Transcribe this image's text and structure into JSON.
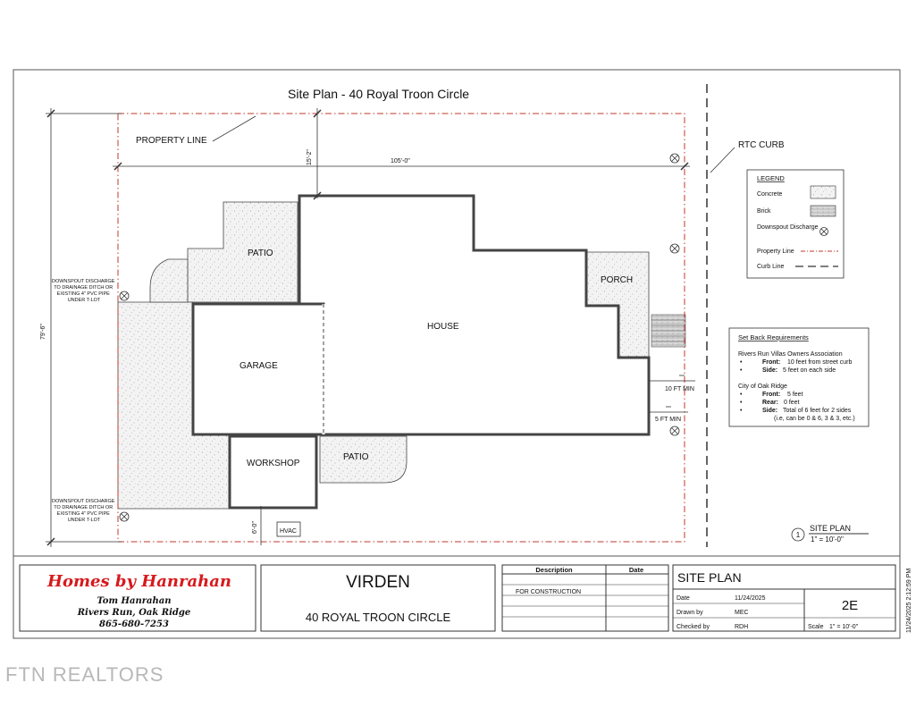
{
  "plan": {
    "title": "Site Plan - 40 Royal Troon Circle",
    "property_line_label": "PROPERTY LINE",
    "rtc_curb_label": "RTC CURB",
    "dim_top_width": "105'-0\"",
    "dim_front_setback": "15'-2\"",
    "dim_depth": "79'-6\"",
    "dim_rear": "6'-0\"",
    "dim_10ft": "10 FT MIN",
    "dim_5ft": "5 FT MIN",
    "rooms": {
      "house": "HOUSE",
      "garage": "GARAGE",
      "workshop": "WORKSHOP",
      "patio_top": "PATIO",
      "patio_bottom": "PATIO",
      "porch": "PORCH",
      "hvac": "HVAC"
    },
    "downspout_note_1": [
      "DOWNSPOUT DISCHARGE",
      "TO DRAINAGE DITCH OR",
      "EXISTING 4\" PVC PIPE",
      "UNDER T-LOT"
    ],
    "downspout_note_2": [
      "DOWNSPOUT DISCHARGE",
      "TO DRAINAGE DITCH OR",
      "EXISTING 4\" PVC PIPE",
      "UNDER T-LOT"
    ],
    "site_plan_callout": {
      "number": "1",
      "label": "SITE PLAN",
      "scale": "1\" = 10'-0\""
    }
  },
  "legend": {
    "title": "LEGEND",
    "items": [
      "Concrete",
      "Brick",
      "Downspout Discharge",
      "Property Line",
      "Curb Line"
    ]
  },
  "setbacks": {
    "title": "Set Back Requirements",
    "hoa_title": "Rivers Run Villas Owners Association",
    "hoa_front_label": "Front:",
    "hoa_front_value": "10 feet from street curb",
    "hoa_side_label": "Side:",
    "hoa_side_value": "5 feet on each side",
    "city_title": "City of Oak Ridge",
    "city_front_label": "Front:",
    "city_front_value": "5 feet",
    "city_rear_label": "Rear:",
    "city_rear_value": "0 feet",
    "city_side_label": "Side:",
    "city_side_value": "Total of 6 feet for 2 sides",
    "city_side_note": "(i.e, can be 0 & 6, 3 & 3, etc.)"
  },
  "titleblock": {
    "company": "Homes by Hanrahan",
    "contact_name": "Tom Hanrahan",
    "contact_location": "Rivers Run, Oak Ridge",
    "contact_phone": "865-680-7253",
    "model": "VIRDEN",
    "address": "40 ROYAL TROON CIRCLE",
    "rev_header_description": "Description",
    "rev_header_date": "Date",
    "rev_entry": "FOR CONSTRUCTION",
    "sheet_title": "SITE PLAN",
    "date_label": "Date",
    "date_value": "11/24/2025",
    "drawn_label": "Drawn by",
    "drawn_value": "MEC",
    "checked_label": "Checked by",
    "checked_value": "RDH",
    "sheet_number": "2E",
    "scale_label": "Scale",
    "scale_value": "1\" = 10'-0\"",
    "plot_stamp": "11/24/2025 2:12:59 PM"
  },
  "watermark": "FTN REALTORS",
  "colors": {
    "property_line": "#c0392b",
    "ink": "#111111",
    "fill_concrete": "#ececec",
    "logo_red": "#d7191c"
  }
}
